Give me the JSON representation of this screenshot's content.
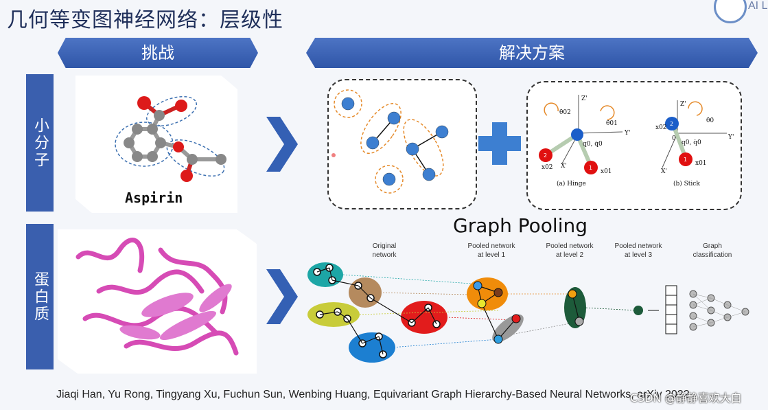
{
  "title": "几何等变图神经网络：层级性",
  "logo_text": "AI L",
  "banners": {
    "challenge": "挑战",
    "solution": "解决方案"
  },
  "rows": {
    "small_molecule": "小分子",
    "protein": "蛋白质"
  },
  "molecule_label": "Aspirin",
  "graph_pooling_title": "Graph Pooling",
  "pooling_columns": [
    "Original\nnetwork",
    "Pooled network\nat level 1",
    "Pooled network\nat level 2",
    "Pooled network\nat level 3",
    "Graph\nclassification"
  ],
  "hinge_labels": {
    "hinge": "(a) Hinge",
    "stick": "(b) Stick"
  },
  "axis_labels": {
    "z": "Z'",
    "y": "Y'",
    "x": "X'"
  },
  "node_labels": {
    "hinge_a": "2",
    "hinge_b": "1",
    "stick_a": "2",
    "stick_b": "1"
  },
  "math_labels": [
    "θ̇02",
    "θ̇01",
    "θ̇0",
    "q0, q̇0",
    "x02",
    "x01",
    "0"
  ],
  "citation": "Jiaqi Han, Yu Rong, Tingyang Xu, Fuchun Sun, Wenbing Huang, Equivariant Graph Hierarchy-Based Neural Networks, arXiv 2022",
  "watermark": "CSDN @静静喜欢大白",
  "colors": {
    "banner": "#3a5fae",
    "orange_dash": "#e58a2a",
    "node_blue": "#3d7fd1"
  }
}
